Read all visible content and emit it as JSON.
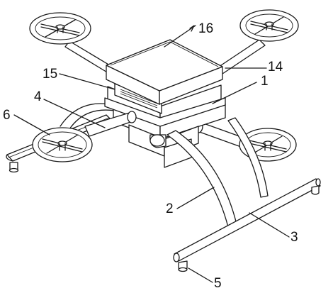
{
  "labels": {
    "l16": "16",
    "l14": "14",
    "l15": "15",
    "l1": "1",
    "l4": "4",
    "l6": "6",
    "l2": "2",
    "l3": "3",
    "l5": "5"
  }
}
